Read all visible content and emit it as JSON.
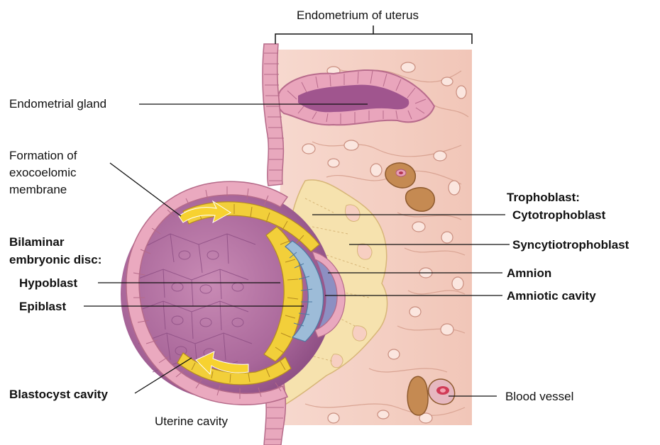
{
  "labels": {
    "endometrium": "Endometrium of uterus",
    "endometrial_gland": "Endometrial gland",
    "formation_l1": "Formation of",
    "formation_l2": "exocoelomic",
    "formation_l3": "membrane",
    "bilaminar_l1": "Bilaminar",
    "bilaminar_l2": "embryonic disc:",
    "hypoblast": "Hypoblast",
    "epiblast": "Epiblast",
    "blastocyst_cavity": "Blastocyst cavity",
    "uterine_cavity": "Uterine cavity",
    "trophoblast": "Trophoblast:",
    "cytotrophoblast": "Cytotrophoblast",
    "syncytiotrophoblast": "Syncytiotrophoblast",
    "amnion": "Amnion",
    "amniotic_cavity": "Amniotic cavity",
    "blood_vessel": "Blood vessel"
  },
  "colors": {
    "endometrium": "#f4cfc4",
    "epithelium": "#e7a2b8",
    "blastocyst": "#b06a9a",
    "hypoblast": "#f2cf3a",
    "epiblast": "#9dbcd8",
    "syncytiotrophoblast": "#f7e6b3",
    "blood_vessel": "#c98a55"
  }
}
